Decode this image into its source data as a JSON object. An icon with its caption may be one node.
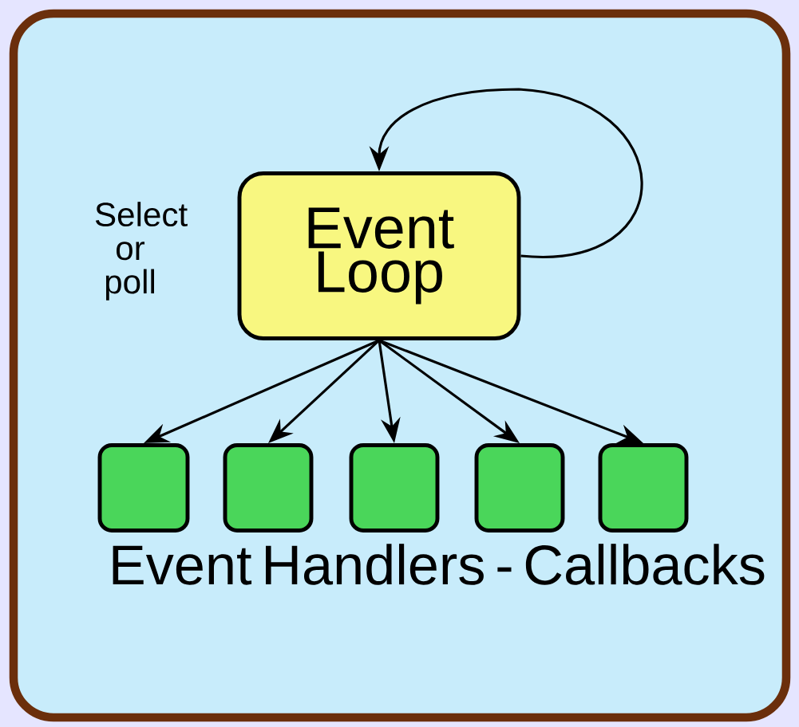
{
  "diagram": {
    "nodes": [
      {
        "text": [
          "Event Loop"
        ]
      },
      {
        "text": [],
        "shape": "box"
      },
      {
        "text": [],
        "shape": "box"
      },
      {
        "text": [],
        "shape": "box"
      },
      {
        "text": [],
        "shape": "box"
      },
      {
        "text": [],
        "shape": "box"
      }
    ],
    "edges": [
      {
        "from": 0,
        "to": 0,
        "arrow": "to"
      },
      {
        "from": 0,
        "to": 1,
        "arrow": "to"
      },
      {
        "from": 0,
        "to": 2,
        "arrow": "to"
      },
      {
        "from": 0,
        "to": 3,
        "arrow": "to"
      },
      {
        "from": 0,
        "to": 4,
        "arrow": "to"
      },
      {
        "from": 0,
        "to": 5,
        "arrow": "to"
      }
    ],
    "labels": [
      "Select or poll",
      "Event Handlers - Callbacks"
    ]
  }
}
